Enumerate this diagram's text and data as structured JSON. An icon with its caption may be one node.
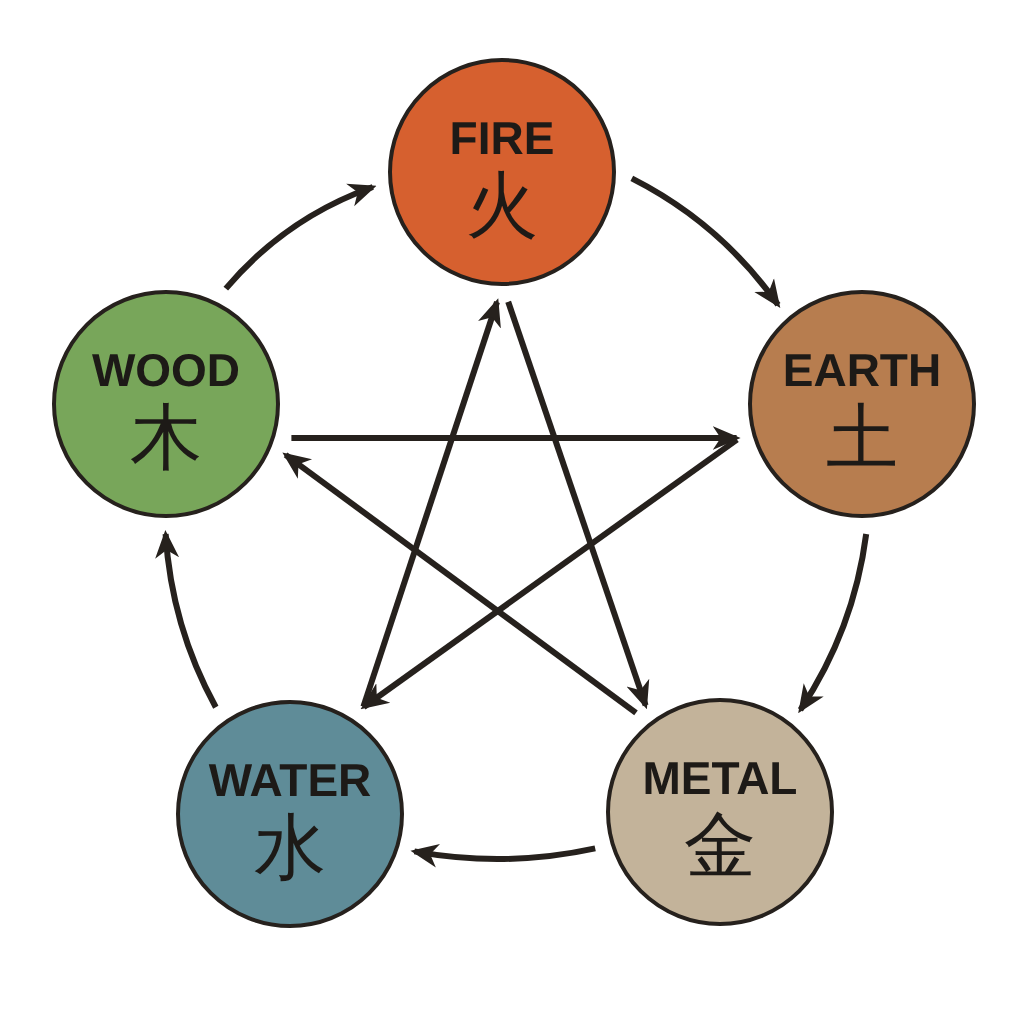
{
  "diagram": {
    "nodes": [
      {
        "text": [
          "FIRE",
          "火"
        ]
      },
      {
        "text": [
          "WOOD",
          "木"
        ]
      },
      {
        "text": [
          "EARTH",
          "土"
        ]
      },
      {
        "text": [
          "WATER",
          "水"
        ]
      },
      {
        "text": [
          "METAL",
          "金"
        ]
      }
    ],
    "edges": [
      {
        "from": 1,
        "to": 0,
        "arrow": "to"
      },
      {
        "from": 0,
        "to": 2,
        "arrow": "to"
      },
      {
        "from": 2,
        "to": 4,
        "arrow": "to"
      },
      {
        "from": 4,
        "to": 3,
        "arrow": "to"
      },
      {
        "from": 3,
        "to": 1,
        "arrow": "to"
      },
      {
        "from": 1,
        "to": 2,
        "arrow": "to"
      },
      {
        "from": 2,
        "to": 3,
        "arrow": "to"
      },
      {
        "from": 3,
        "to": 0,
        "arrow": "to"
      },
      {
        "from": 0,
        "to": 4,
        "arrow": "to"
      },
      {
        "from": 4,
        "to": 1,
        "arrow": "to"
      }
    ]
  }
}
